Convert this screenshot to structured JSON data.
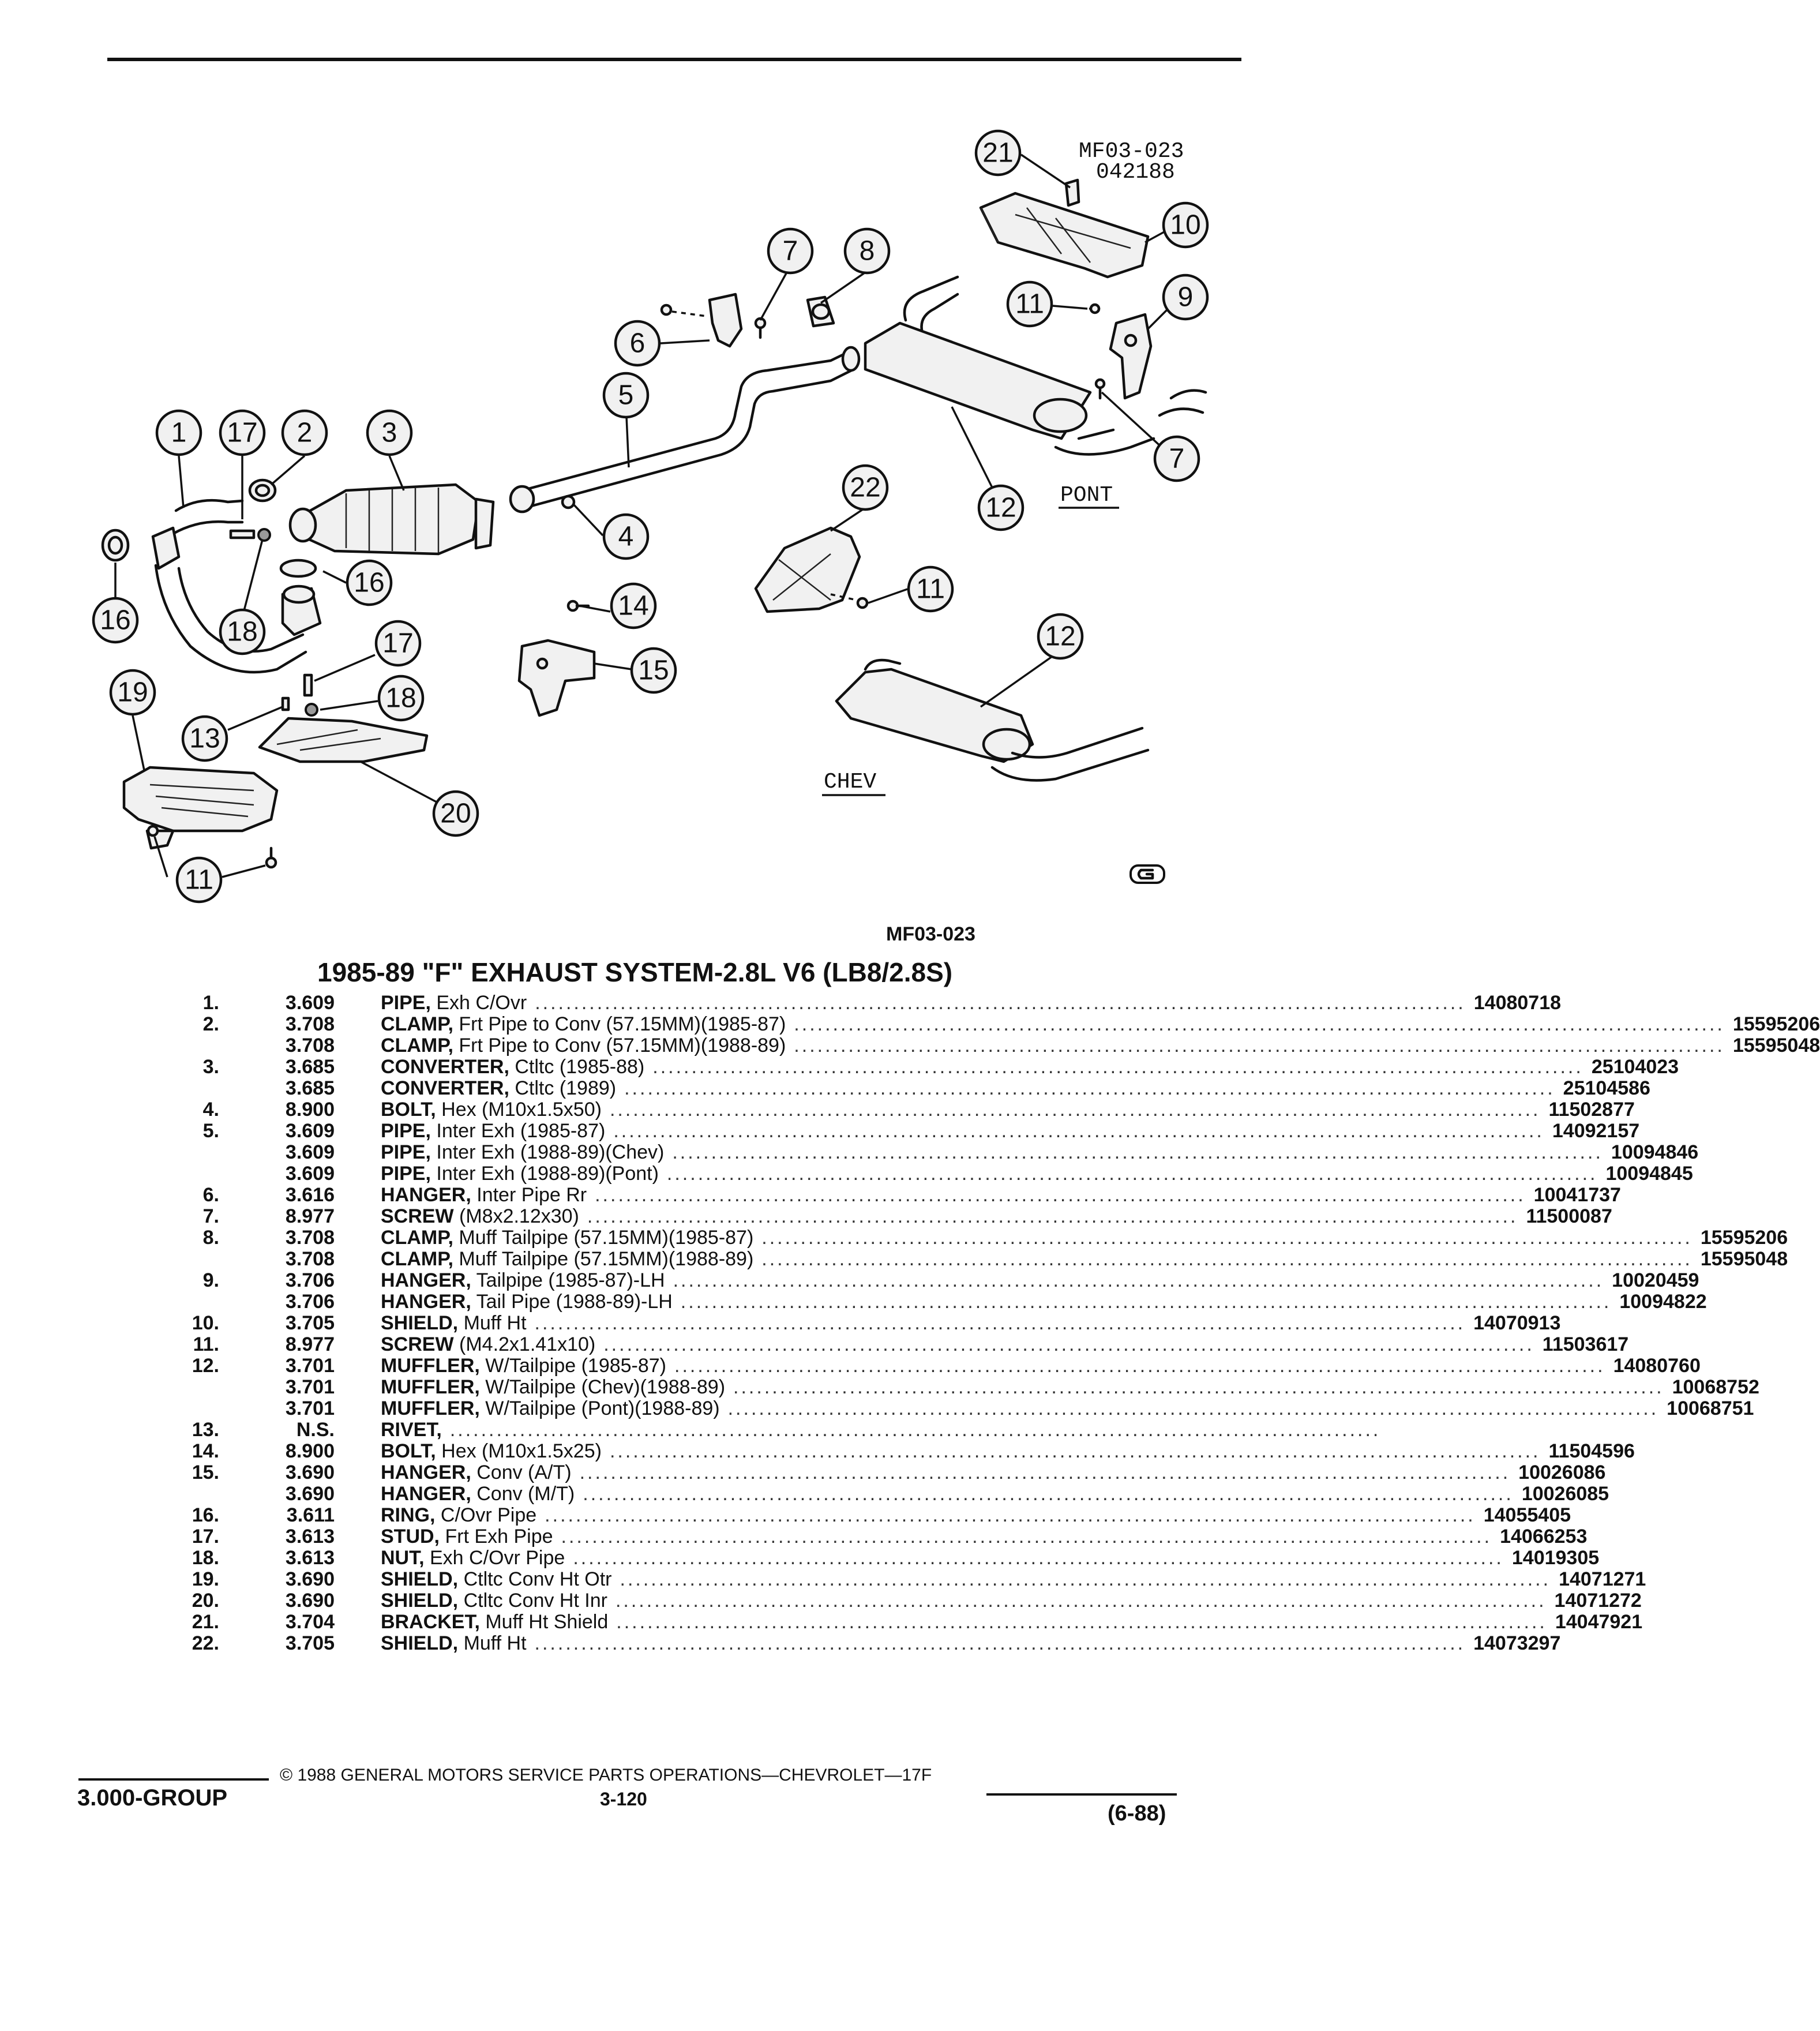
{
  "diagram": {
    "ref_code": "MF03-023",
    "ref_date": "042188",
    "bottom_code": "MF03-023",
    "label_pont": "PONT",
    "label_chev": "CHEV",
    "callouts": [
      "1",
      "17",
      "2",
      "3",
      "16",
      "18",
      "16",
      "17",
      "18",
      "13",
      "19",
      "20",
      "11",
      "4",
      "5",
      "6",
      "7",
      "8",
      "21",
      "10",
      "11",
      "9",
      "7",
      "12",
      "22",
      "11",
      "14",
      "15",
      "12"
    ]
  },
  "title": "1985-89 \"F\" EXHAUST SYSTEM-2.8L V6 (LB8/2.8S)",
  "parts": [
    {
      "num": "1.",
      "group": "3.609",
      "name": "PIPE,",
      "detail": " Exh C/Ovr",
      "part_no": "14080718"
    },
    {
      "num": "2.",
      "group": "3.708",
      "name": "CLAMP,",
      "detail": " Frt Pipe to Conv (57.15MM)(1985-87)",
      "part_no": "15595206"
    },
    {
      "num": "",
      "group": "3.708",
      "name": "CLAMP,",
      "detail": " Frt Pipe to Conv (57.15MM)(1988-89)",
      "part_no": "15595048"
    },
    {
      "num": "3.",
      "group": "3.685",
      "name": "CONVERTER,",
      "detail": " Ctltc (1985-88)",
      "part_no": "25104023"
    },
    {
      "num": "",
      "group": "3.685",
      "name": "CONVERTER,",
      "detail": " Ctltc (1989)",
      "part_no": "25104586"
    },
    {
      "num": "4.",
      "group": "8.900",
      "name": "BOLT,",
      "detail": " Hex (M10x1.5x50)",
      "part_no": "11502877"
    },
    {
      "num": "5.",
      "group": "3.609",
      "name": "PIPE,",
      "detail": " Inter Exh (1985-87)",
      "part_no": "14092157"
    },
    {
      "num": "",
      "group": "3.609",
      "name": "PIPE,",
      "detail": " Inter Exh (1988-89)(Chev)",
      "part_no": "10094846"
    },
    {
      "num": "",
      "group": "3.609",
      "name": "PIPE,",
      "detail": " Inter Exh (1988-89)(Pont)",
      "part_no": "10094845"
    },
    {
      "num": "6.",
      "group": "3.616",
      "name": "HANGER,",
      "detail": " Inter Pipe Rr",
      "part_no": "10041737"
    },
    {
      "num": "7.",
      "group": "8.977",
      "name": "SCREW",
      "detail": " (M8x2.12x30)",
      "part_no": "11500087"
    },
    {
      "num": "8.",
      "group": "3.708",
      "name": "CLAMP,",
      "detail": " Muff Tailpipe (57.15MM)(1985-87)",
      "part_no": "15595206"
    },
    {
      "num": "",
      "group": "3.708",
      "name": "CLAMP,",
      "detail": " Muff Tailpipe (57.15MM)(1988-89)",
      "part_no": "15595048"
    },
    {
      "num": "9.",
      "group": "3.706",
      "name": "HANGER,",
      "detail": " Tailpipe (1985-87)-LH",
      "part_no": "10020459"
    },
    {
      "num": "",
      "group": "3.706",
      "name": "HANGER,",
      "detail": " Tail Pipe (1988-89)-LH",
      "part_no": "10094822"
    },
    {
      "num": "10.",
      "group": "3.705",
      "name": "SHIELD,",
      "detail": " Muff Ht",
      "part_no": "14070913"
    },
    {
      "num": "11.",
      "group": "8.977",
      "name": "SCREW",
      "detail": " (M4.2x1.41x10)",
      "part_no": "11503617"
    },
    {
      "num": "12.",
      "group": "3.701",
      "name": "MUFFLER,",
      "detail": " W/Tailpipe (1985-87)",
      "part_no": "14080760"
    },
    {
      "num": "",
      "group": "3.701",
      "name": "MUFFLER,",
      "detail": " W/Tailpipe (Chev)(1988-89)",
      "part_no": "10068752"
    },
    {
      "num": "",
      "group": "3.701",
      "name": "MUFFLER,",
      "detail": " W/Tailpipe (Pont)(1988-89)",
      "part_no": "10068751"
    },
    {
      "num": "13.",
      "group": "N.S.",
      "name": "RIVET,",
      "detail": "",
      "part_no": ""
    },
    {
      "num": "14.",
      "group": "8.900",
      "name": "BOLT,",
      "detail": " Hex (M10x1.5x25)",
      "part_no": "11504596"
    },
    {
      "num": "15.",
      "group": "3.690",
      "name": "HANGER,",
      "detail": " Conv (A/T)",
      "part_no": "10026086"
    },
    {
      "num": "",
      "group": "3.690",
      "name": "HANGER,",
      "detail": " Conv (M/T)",
      "part_no": "10026085"
    },
    {
      "num": "16.",
      "group": "3.611",
      "name": "RING,",
      "detail": " C/Ovr Pipe",
      "part_no": "14055405"
    },
    {
      "num": "17.",
      "group": "3.613",
      "name": "STUD,",
      "detail": " Frt Exh Pipe",
      "part_no": "14066253"
    },
    {
      "num": "18.",
      "group": "3.613",
      "name": "NUT,",
      "detail": " Exh C/Ovr Pipe",
      "part_no": "14019305"
    },
    {
      "num": "19.",
      "group": "3.690",
      "name": "SHIELD,",
      "detail": " Ctltc Conv Ht Otr",
      "part_no": "14071271"
    },
    {
      "num": "20.",
      "group": "3.690",
      "name": "SHIELD,",
      "detail": " Ctltc Conv Ht Inr",
      "part_no": "14071272"
    },
    {
      "num": "21.",
      "group": "3.704",
      "name": "BRACKET,",
      "detail": " Muff Ht Shield",
      "part_no": "14047921"
    },
    {
      "num": "22.",
      "group": "3.705",
      "name": "SHIELD,",
      "detail": " Muff Ht",
      "part_no": "14073297"
    }
  ],
  "footer": {
    "group": "3.000-GROUP",
    "copyright": "© 1988 GENERAL MOTORS SERVICE PARTS OPERATIONS—CHEVROLET—17F",
    "page": "3-120",
    "date": "(6-88)"
  }
}
